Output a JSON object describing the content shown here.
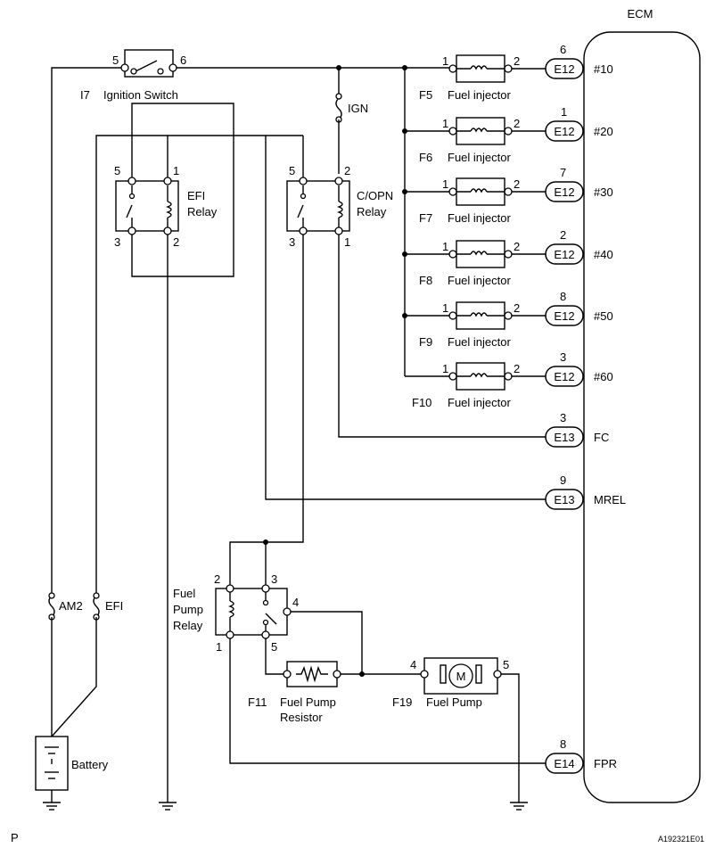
{
  "ecm": {
    "title": "ECM"
  },
  "ignition_switch": {
    "id": "I7",
    "name": "Ignition Switch",
    "pin_in": "5",
    "pin_out": "6"
  },
  "fuse_ign": "IGN",
  "fuse_am2": "AM2",
  "fuse_efi": "EFI",
  "battery": "Battery",
  "efi_relay": {
    "name_l1": "EFI",
    "name_l2": "Relay",
    "pins": [
      "5",
      "1",
      "3",
      "2"
    ]
  },
  "copn_relay": {
    "name_l1": "C/OPN",
    "name_l2": "Relay",
    "pins": [
      "5",
      "2",
      "3",
      "1"
    ]
  },
  "injectors": [
    {
      "id": "F5",
      "name": "Fuel injector",
      "p1": "1",
      "p2": "2",
      "conn": "E12",
      "ecm_pin": "6",
      "signal": "#10"
    },
    {
      "id": "F6",
      "name": "Fuel injector",
      "p1": "1",
      "p2": "2",
      "conn": "E12",
      "ecm_pin": "1",
      "signal": "#20"
    },
    {
      "id": "F7",
      "name": "Fuel injector",
      "p1": "1",
      "p2": "2",
      "conn": "E12",
      "ecm_pin": "7",
      "signal": "#30"
    },
    {
      "id": "F8",
      "name": "Fuel injector",
      "p1": "1",
      "p2": "2",
      "conn": "E12",
      "ecm_pin": "2",
      "signal": "#40"
    },
    {
      "id": "F9",
      "name": "Fuel injector",
      "p1": "1",
      "p2": "2",
      "conn": "E12",
      "ecm_pin": "8",
      "signal": "#50"
    },
    {
      "id": "F10",
      "name": "Fuel injector",
      "p1": "1",
      "p2": "2",
      "conn": "E12",
      "ecm_pin": "3",
      "signal": "#60"
    }
  ],
  "fc": {
    "conn": "E13",
    "ecm_pin": "3",
    "signal": "FC"
  },
  "mrel": {
    "conn": "E13",
    "ecm_pin": "9",
    "signal": "MREL"
  },
  "fpr": {
    "conn": "E14",
    "ecm_pin": "8",
    "signal": "FPR"
  },
  "fuel_pump_relay": {
    "l1": "Fuel",
    "l2": "Pump",
    "l3": "Relay",
    "pins": [
      "2",
      "3",
      "4",
      "1",
      "5"
    ]
  },
  "fuel_pump_resistor": {
    "id": "F11",
    "l1": "Fuel Pump",
    "l2": "Resistor"
  },
  "fuel_pump": {
    "id": "F19",
    "name": "Fuel Pump",
    "pin_in": "4",
    "pin_out": "5",
    "symbol": "M"
  },
  "footer_left": "P",
  "footer_right": "A192321E01"
}
